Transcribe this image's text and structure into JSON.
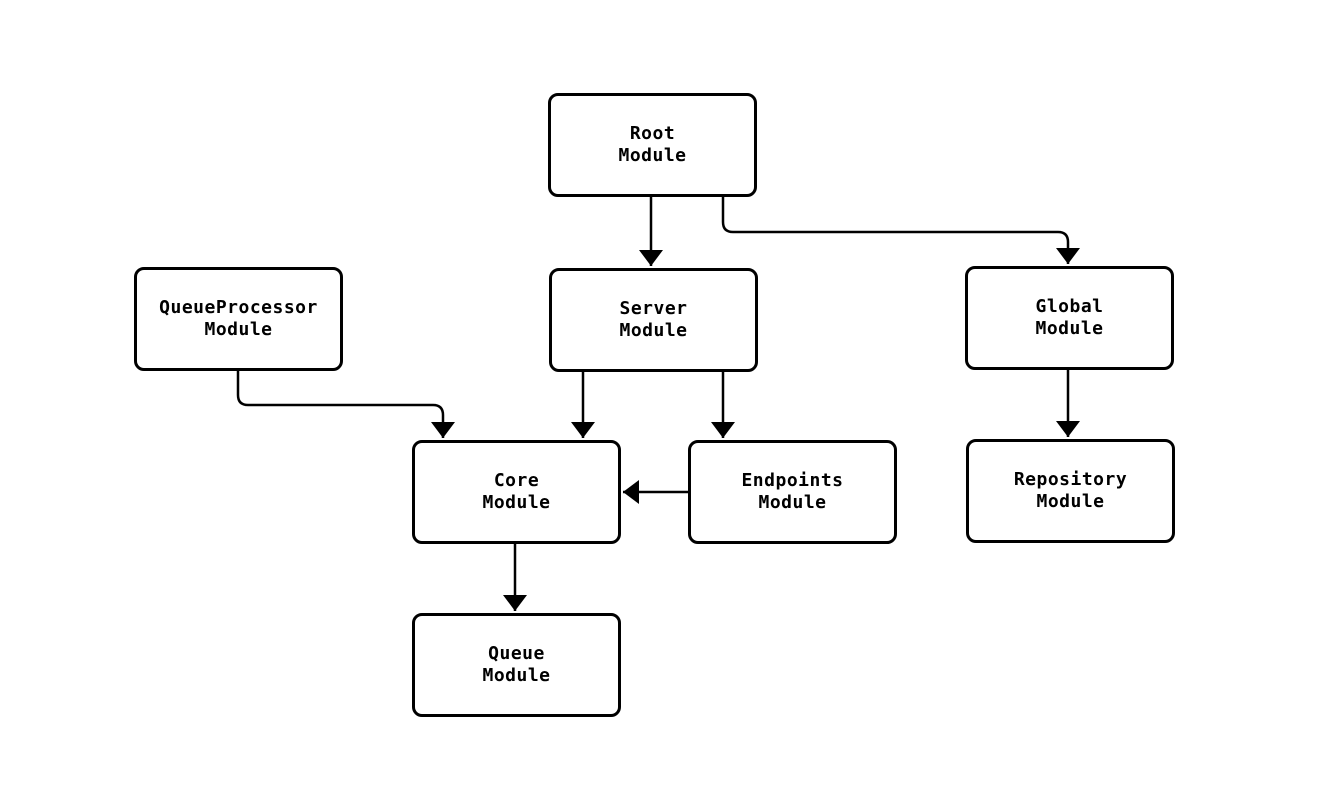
{
  "diagram": {
    "type": "module-dependency-flowchart",
    "colors": {
      "background": "#ffffff",
      "node_fill": "#ffffff",
      "stroke": "#000000",
      "text": "#000000"
    },
    "nodes": [
      {
        "id": "root",
        "line1": "Root",
        "line2": "Module"
      },
      {
        "id": "queueprocessor",
        "line1": "QueueProcessor",
        "line2": "Module"
      },
      {
        "id": "server",
        "line1": "Server",
        "line2": "Module"
      },
      {
        "id": "global",
        "line1": "Global",
        "line2": "Module"
      },
      {
        "id": "core",
        "line1": "Core",
        "line2": "Module"
      },
      {
        "id": "endpoints",
        "line1": "Endpoints",
        "line2": "Module"
      },
      {
        "id": "repository",
        "line1": "Repository",
        "line2": "Module"
      },
      {
        "id": "queue",
        "line1": "Queue",
        "line2": "Module"
      }
    ],
    "edges": [
      {
        "from": "root",
        "to": "server"
      },
      {
        "from": "root",
        "to": "global"
      },
      {
        "from": "queueprocessor",
        "to": "core"
      },
      {
        "from": "server",
        "to": "core"
      },
      {
        "from": "server",
        "to": "endpoints"
      },
      {
        "from": "endpoints",
        "to": "core"
      },
      {
        "from": "global",
        "to": "repository"
      },
      {
        "from": "core",
        "to": "queue"
      }
    ]
  }
}
